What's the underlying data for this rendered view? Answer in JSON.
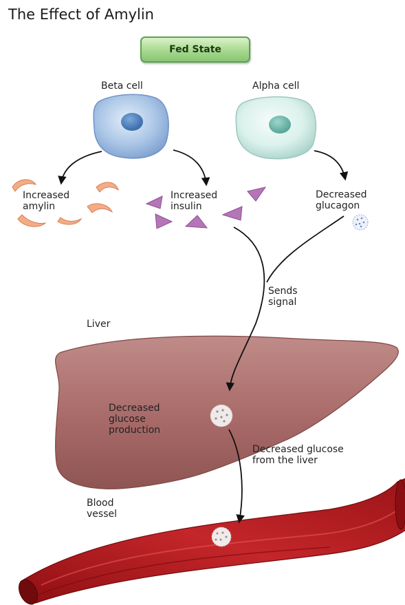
{
  "title": "The Effect of Amylin",
  "state_badge": "Fed State",
  "cells": {
    "beta": "Beta cell",
    "alpha": "Alpha cell"
  },
  "effects": {
    "amylin": "Increased\namylin",
    "insulin": "Increased\ninsulin",
    "glucagon": "Decreased\nglucagon"
  },
  "signal": "Sends\nsignal",
  "liver": {
    "label": "Liver",
    "effect": "Decreased\nglucose\nproduction"
  },
  "glucose_from_liver": "Decreased glucose\nfrom the liver",
  "vessel": "Blood\nvessel",
  "colors": {
    "beta_cell": "#9fbfe3",
    "alpha_cell": "#d6f0ea",
    "amylin": "#f0a278",
    "insulin": "#b573b8",
    "liver": "#a86a68",
    "vessel": "#b01d1d",
    "badge": "#a7d98f"
  }
}
